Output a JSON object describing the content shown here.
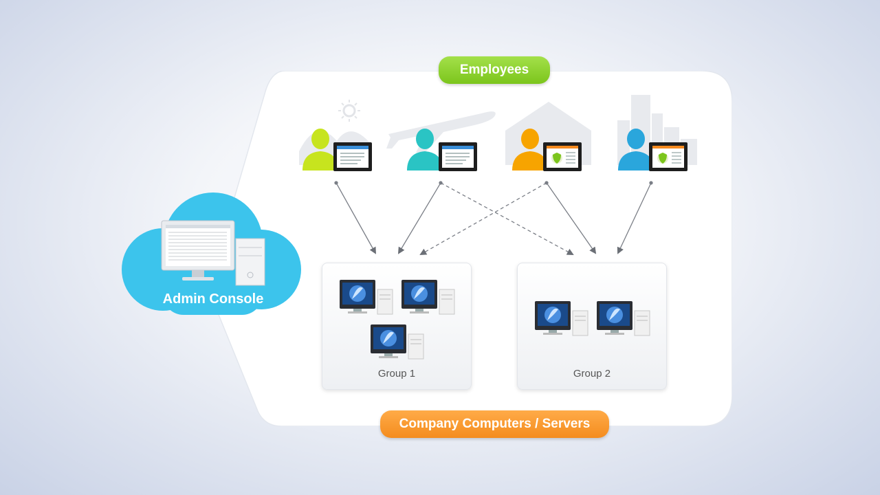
{
  "labels": {
    "employees": "Employees",
    "company_computers": "Company Computers / Servers",
    "admin_console": "Admin Console"
  },
  "groups": [
    {
      "label": "Group 1"
    },
    {
      "label": "Group 2"
    }
  ],
  "employees": [
    {
      "color": "#c7e41e",
      "setting": "mountains-sun",
      "screen": "document"
    },
    {
      "color": "#2ac4c4",
      "setting": "airplane",
      "screen": "document"
    },
    {
      "color": "#f7a400",
      "setting": "house",
      "screen": "shield"
    },
    {
      "color": "#2aa6dc",
      "setting": "city",
      "screen": "shield"
    }
  ],
  "colors": {
    "employees_pill": "#8ccf2c",
    "company_pill": "#f7951f",
    "cloud": "#3cc4ec"
  }
}
